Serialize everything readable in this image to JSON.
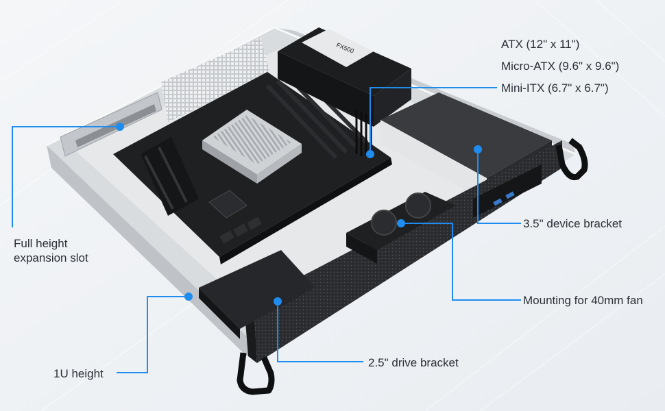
{
  "form_factors": [
    {
      "label": "ATX (12\" x 11\")"
    },
    {
      "label": "Micro-ATX (9.6\" x 9.6\")"
    },
    {
      "label": "Mini-ITX (6.7\" x 6.7\")"
    }
  ],
  "callouts": {
    "expansion_slot": {
      "line1": "Full height",
      "line2": "expansion slot"
    },
    "device_bracket": "3.5\" device bracket",
    "fan_mount": "Mounting for 40mm fan",
    "drive_bracket": "2.5\" drive bracket",
    "height": "1U height"
  },
  "psu_badge": "FX500",
  "colors": {
    "accent": "#1f8cf0",
    "text": "#2a2f36",
    "chassis_dark": "#1c1d1f",
    "chassis_light": "#d9dcdf"
  }
}
